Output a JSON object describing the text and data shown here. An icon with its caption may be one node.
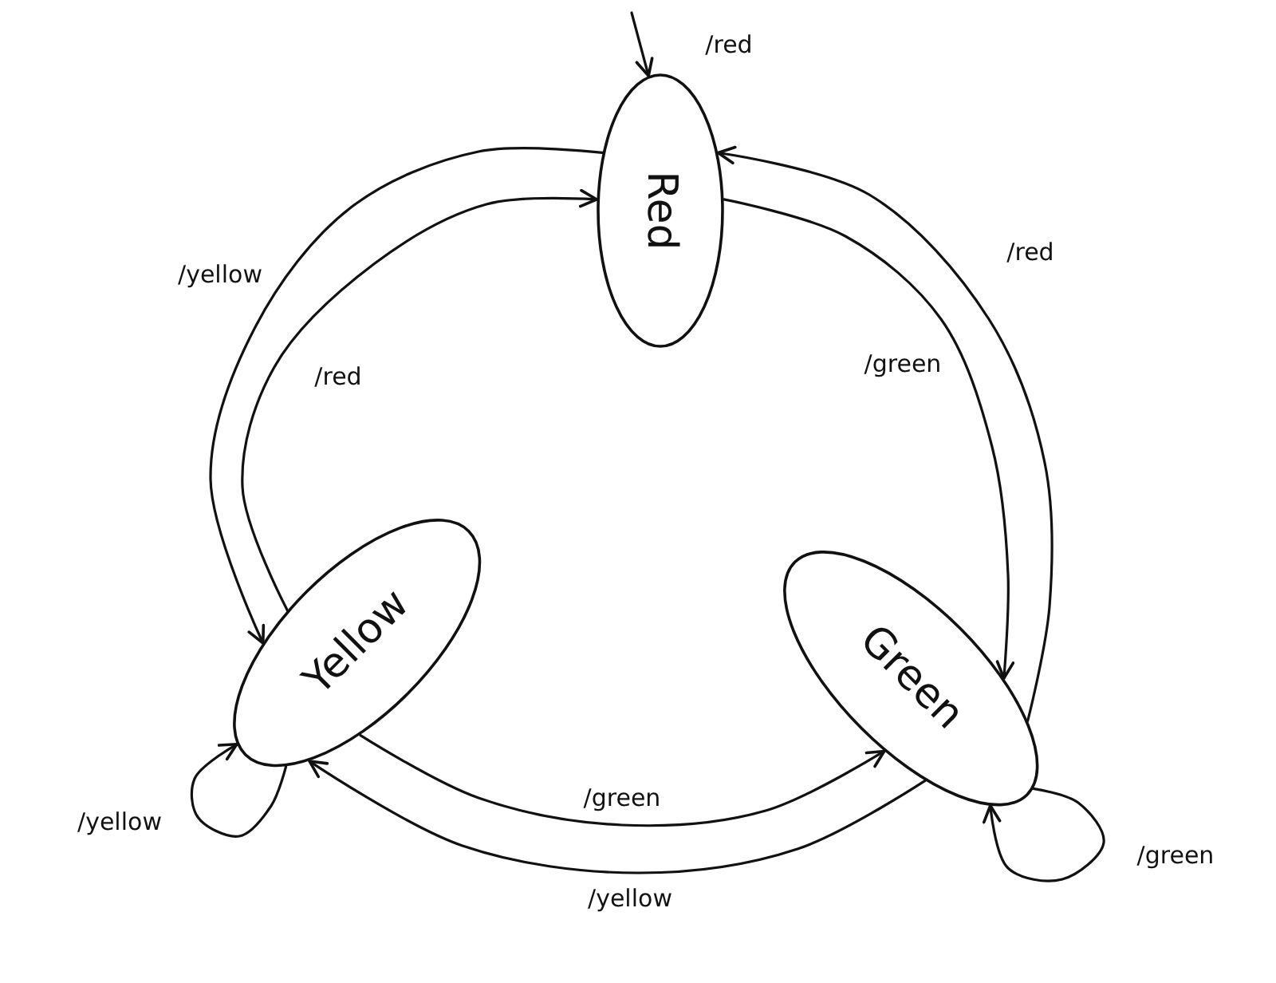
{
  "diagram": {
    "nodes": [
      {
        "text": [
          "Red"
        ]
      },
      {
        "text": [
          "Yellow"
        ]
      },
      {
        "text": [
          "Green"
        ]
      }
    ],
    "edges": [
      {
        "from": null,
        "to": 0,
        "arrow": "to",
        "label": "/red"
      },
      {
        "from": 0,
        "to": 1,
        "arrow": "to",
        "label": "/yellow"
      },
      {
        "from": 1,
        "to": 0,
        "arrow": "to",
        "label": "/red"
      },
      {
        "from": 0,
        "to": 2,
        "arrow": "to",
        "label": "/green"
      },
      {
        "from": 2,
        "to": 0,
        "arrow": "to",
        "label": "/red"
      },
      {
        "from": 1,
        "to": 2,
        "arrow": "to",
        "label": "/green"
      },
      {
        "from": 2,
        "to": 1,
        "arrow": "to",
        "label": "/yellow"
      },
      {
        "from": 1,
        "to": 1,
        "arrow": "to",
        "label": "/yellow"
      },
      {
        "from": 2,
        "to": 2,
        "arrow": "to",
        "label": "/green"
      }
    ]
  }
}
